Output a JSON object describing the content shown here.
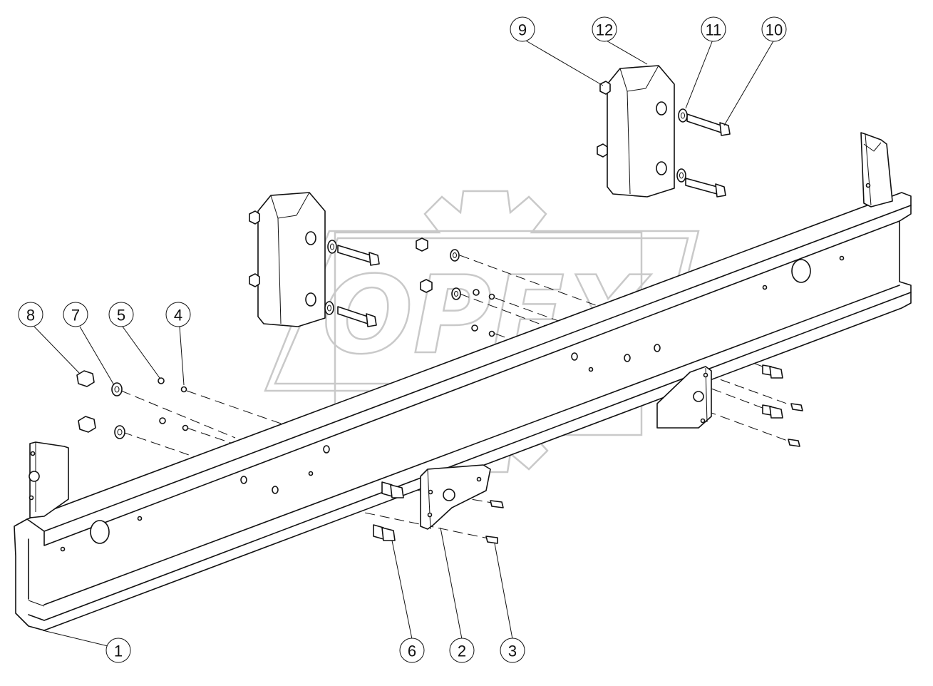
{
  "watermark": {
    "text": "OPEX",
    "color": "#c9c9c9"
  },
  "callouts": [
    {
      "label": "1"
    },
    {
      "label": "2"
    },
    {
      "label": "3"
    },
    {
      "label": "4"
    },
    {
      "label": "5"
    },
    {
      "label": "6"
    },
    {
      "label": "7"
    },
    {
      "label": "8"
    },
    {
      "label": "9"
    },
    {
      "label": "10"
    },
    {
      "label": "11"
    },
    {
      "label": "12"
    }
  ]
}
